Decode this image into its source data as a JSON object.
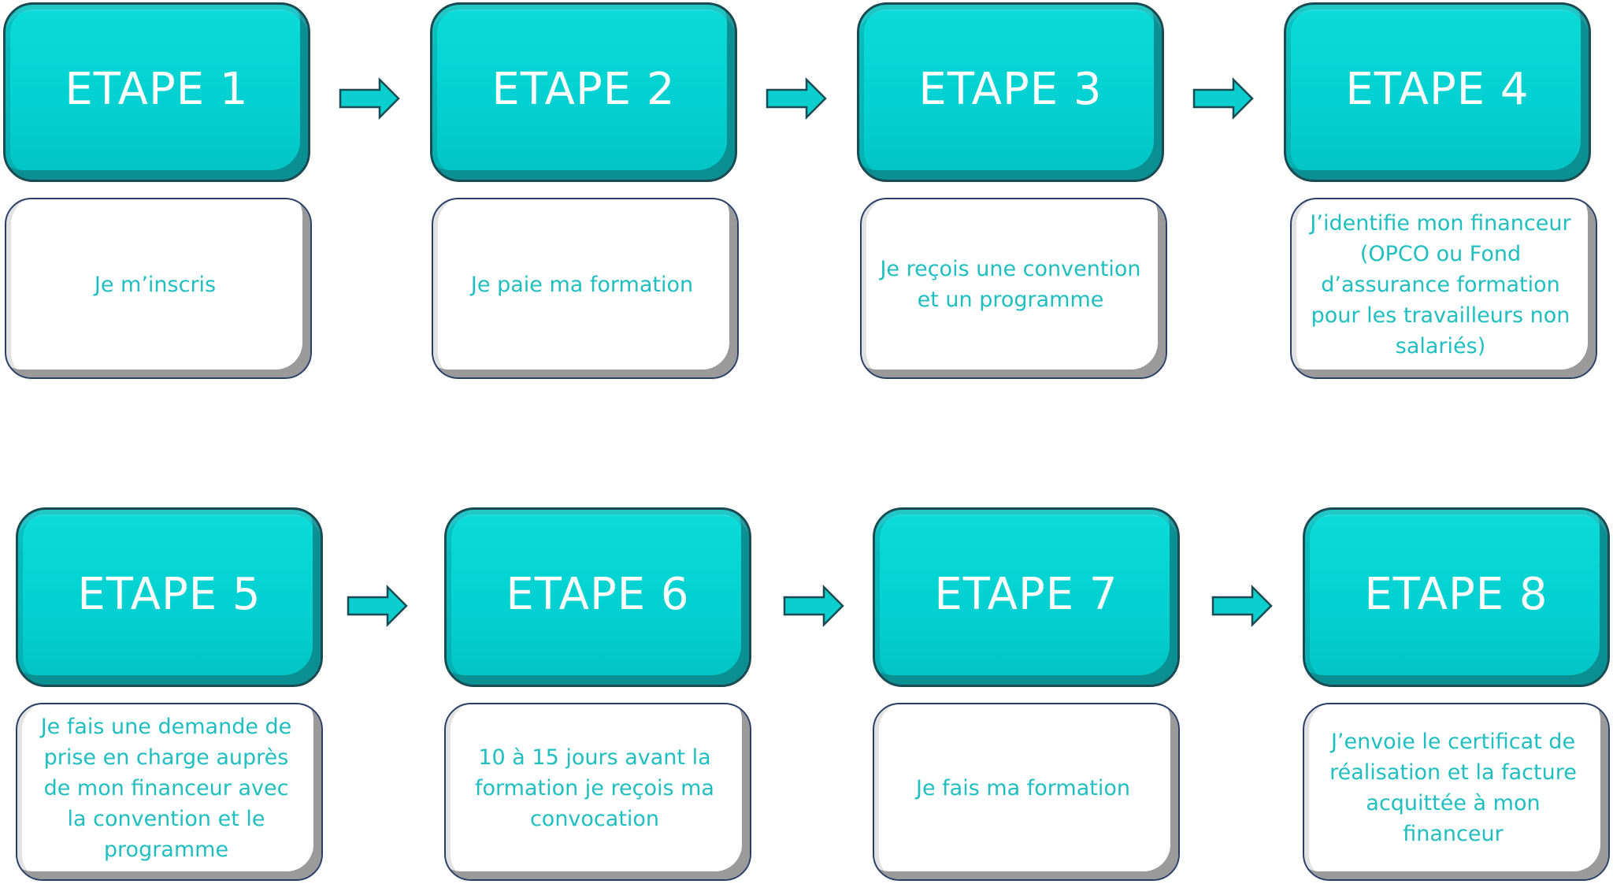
{
  "rows": [
    {
      "steps": [
        {
          "title": "ETAPE 1",
          "text": "Je m’inscris"
        },
        {
          "title": "ETAPE 2",
          "text": "Je paie ma formation"
        },
        {
          "title": "ETAPE 3",
          "text": "Je reçois une convention et un programme"
        },
        {
          "title": "ETAPE 4",
          "text": "J’identifie mon financeur (OPCO ou Fond d’assurance formation pour les travailleurs non salariés)"
        }
      ]
    },
    {
      "steps": [
        {
          "title": "ETAPE 5",
          "text": "Je fais une demande de prise en charge auprès de mon financeur avec la convention et le programme"
        },
        {
          "title": "ETAPE 6",
          "text": "10 à 15 jours avant la formation je reçois ma convocation"
        },
        {
          "title": "ETAPE 7",
          "text": "Je fais ma formation"
        },
        {
          "title": "ETAPE 8",
          "text": "J’envoie le certificat de réalisation et la facture acquittée à mon financeur"
        }
      ]
    }
  ],
  "colors": {
    "accent": "#03d1d1",
    "accent_dark": "#0a8f92",
    "text": "#1fbec0",
    "border": "#2b3f66"
  },
  "icons": {
    "connector": "arrow-right-icon"
  }
}
